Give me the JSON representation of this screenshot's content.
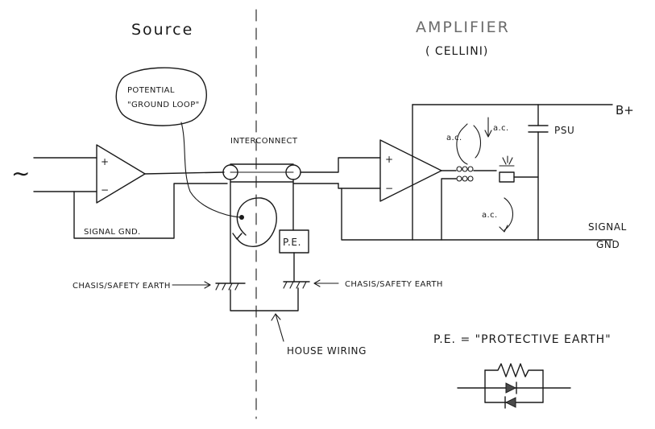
{
  "headings": {
    "source": "Source",
    "amplifier": "AMPLIFIER",
    "amplifier_model": "( CELLINI)"
  },
  "callouts": {
    "ground_loop_line1": "POTENTIAL",
    "ground_loop_line2": "\"GROUND LOOP\"",
    "interconnect": "INTERCONNECT",
    "signal_gnd_source": "SIGNAL GND.",
    "pe_box": "P.E.",
    "chassis_left": "CHASIS/SAFETY EARTH",
    "chassis_right": "CHASIS/SAFETY EARTH",
    "house_wiring": "HOUSE WIRING",
    "psu": "PSU",
    "b_plus": "B+",
    "signal_gnd_amp_line1": "SIGNAL",
    "signal_gnd_amp_line2": "GND",
    "ac_upper": "a.c.",
    "ac_right": "a.c.",
    "ac_lower": "a.c.",
    "pe_definition": "P.E. = \"PROTECTIVE EARTH\""
  },
  "opamp_signs": {
    "source_plus": "+",
    "source_minus": "−",
    "amp_plus": "+",
    "amp_minus": "−"
  },
  "symbols": {
    "ac_source": "∼"
  },
  "colors": {
    "ink": "#1a1a1a",
    "pencil": "#6b6b6b",
    "paper": "#ffffff"
  }
}
